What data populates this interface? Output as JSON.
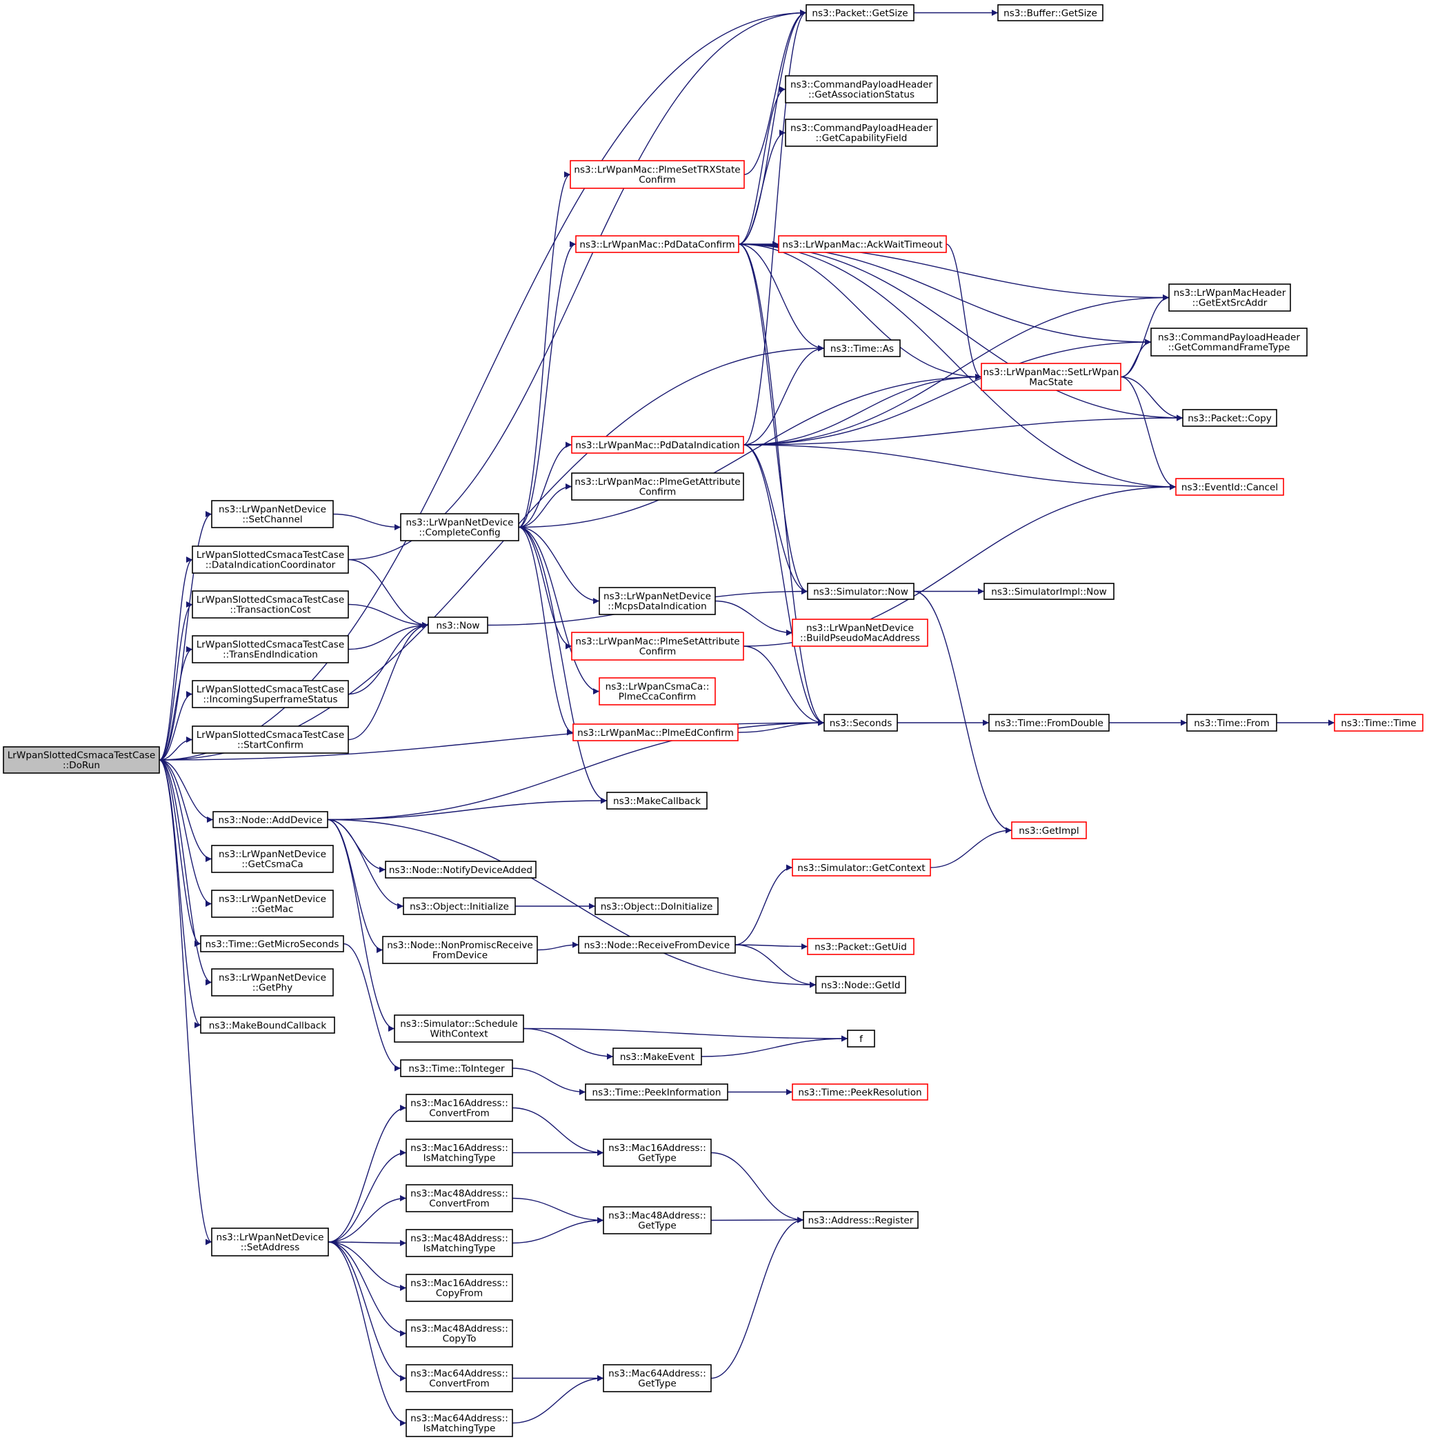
{
  "colors": {
    "edge": "#191970",
    "node_border": "#000000",
    "truncated_node_border": "#ff0000",
    "root_fill": "#bfbfbf"
  },
  "nodes": [
    {
      "id": "dorun",
      "lines": [
        "LrWpanSlottedCsmacaTestCase",
        "::DoRun"
      ],
      "style": "root"
    },
    {
      "id": "setchannel",
      "lines": [
        "ns3::LrWpanNetDevice",
        "::SetChannel"
      ],
      "style": "normal"
    },
    {
      "id": "dataind",
      "lines": [
        "LrWpanSlottedCsmacaTestCase",
        "::DataIndicationCoordinator"
      ],
      "style": "normal"
    },
    {
      "id": "transcost",
      "lines": [
        "LrWpanSlottedCsmacaTestCase",
        "::TransactionCost"
      ],
      "style": "normal"
    },
    {
      "id": "transend",
      "lines": [
        "LrWpanSlottedCsmacaTestCase",
        "::TransEndIndication"
      ],
      "style": "normal"
    },
    {
      "id": "incsf",
      "lines": [
        "LrWpanSlottedCsmacaTestCase",
        "::IncomingSuperframeStatus"
      ],
      "style": "normal"
    },
    {
      "id": "startconf",
      "lines": [
        "LrWpanSlottedCsmacaTestCase",
        "::StartConfirm"
      ],
      "style": "normal"
    },
    {
      "id": "adddevice",
      "lines": [
        "ns3::Node::AddDevice"
      ],
      "style": "normal"
    },
    {
      "id": "getcsmaca",
      "lines": [
        "ns3::LrWpanNetDevice",
        "::GetCsmaCa"
      ],
      "style": "normal"
    },
    {
      "id": "getmac",
      "lines": [
        "ns3::LrWpanNetDevice",
        "::GetMac"
      ],
      "style": "normal"
    },
    {
      "id": "getmicro",
      "lines": [
        "ns3::Time::GetMicroSeconds"
      ],
      "style": "normal"
    },
    {
      "id": "getphy",
      "lines": [
        "ns3::LrWpanNetDevice",
        "::GetPhy"
      ],
      "style": "normal"
    },
    {
      "id": "mkboundcb",
      "lines": [
        "ns3::MakeBoundCallback"
      ],
      "style": "normal"
    },
    {
      "id": "setaddress",
      "lines": [
        "ns3::LrWpanNetDevice",
        "::SetAddress"
      ],
      "style": "normal"
    },
    {
      "id": "completeconfig",
      "lines": [
        "ns3::LrWpanNetDevice",
        "::CompleteConfig"
      ],
      "style": "normal"
    },
    {
      "id": "now",
      "lines": [
        "ns3::Now"
      ],
      "style": "normal"
    },
    {
      "id": "plmesettrx",
      "lines": [
        "ns3::LrWpanMac::PlmeSetTRXState",
        "Confirm"
      ],
      "style": "red"
    },
    {
      "id": "pddataconf",
      "lines": [
        "ns3::LrWpanMac::PdDataConfirm"
      ],
      "style": "red"
    },
    {
      "id": "pddataind",
      "lines": [
        "ns3::LrWpanMac::PdDataIndication"
      ],
      "style": "red"
    },
    {
      "id": "plmegetattr",
      "lines": [
        "ns3::LrWpanMac::PlmeGetAttribute",
        "Confirm"
      ],
      "style": "normal"
    },
    {
      "id": "mcpsdataind",
      "lines": [
        "ns3::LrWpanNetDevice",
        "::McpsDataIndication"
      ],
      "style": "normal"
    },
    {
      "id": "plmesetattr",
      "lines": [
        "ns3::LrWpanMac::PlmeSetAttribute",
        "Confirm"
      ],
      "style": "red"
    },
    {
      "id": "plmecca",
      "lines": [
        "ns3::LrWpanCsmaCa::",
        "PlmeCcaConfirm"
      ],
      "style": "red"
    },
    {
      "id": "plmeed",
      "lines": [
        "ns3::LrWpanMac::PlmeEdConfirm"
      ],
      "style": "red"
    },
    {
      "id": "makecallback",
      "lines": [
        "ns3::MakeCallback"
      ],
      "style": "normal"
    },
    {
      "id": "notifydev",
      "lines": [
        "ns3::Node::NotifyDeviceAdded"
      ],
      "style": "normal"
    },
    {
      "id": "objinit",
      "lines": [
        "ns3::Object::Initialize"
      ],
      "style": "normal"
    },
    {
      "id": "nonpromisc",
      "lines": [
        "ns3::Node::NonPromiscReceive",
        "FromDevice"
      ],
      "style": "normal"
    },
    {
      "id": "schedctx",
      "lines": [
        "ns3::Simulator::Schedule",
        "WithContext"
      ],
      "style": "normal"
    },
    {
      "id": "tointeger",
      "lines": [
        "ns3::Time::ToInteger"
      ],
      "style": "normal"
    },
    {
      "id": "m16conv",
      "lines": [
        "ns3::Mac16Address::",
        "ConvertFrom"
      ],
      "style": "normal"
    },
    {
      "id": "m16match",
      "lines": [
        "ns3::Mac16Address::",
        "IsMatchingType"
      ],
      "style": "normal"
    },
    {
      "id": "m48conv",
      "lines": [
        "ns3::Mac48Address::",
        "ConvertFrom"
      ],
      "style": "normal"
    },
    {
      "id": "m48match",
      "lines": [
        "ns3::Mac48Address::",
        "IsMatchingType"
      ],
      "style": "normal"
    },
    {
      "id": "m16copy",
      "lines": [
        "ns3::Mac16Address::",
        "CopyFrom"
      ],
      "style": "normal"
    },
    {
      "id": "m48copy",
      "lines": [
        "ns3::Mac48Address::",
        "CopyTo"
      ],
      "style": "normal"
    },
    {
      "id": "m64conv",
      "lines": [
        "ns3::Mac64Address::",
        "ConvertFrom"
      ],
      "style": "normal"
    },
    {
      "id": "m64match",
      "lines": [
        "ns3::Mac64Address::",
        "IsMatchingType"
      ],
      "style": "normal"
    },
    {
      "id": "getsize",
      "lines": [
        "ns3::Packet::GetSize"
      ],
      "style": "normal"
    },
    {
      "id": "getassoc",
      "lines": [
        "ns3::CommandPayloadHeader",
        "::GetAssociationStatus"
      ],
      "style": "normal"
    },
    {
      "id": "getcap",
      "lines": [
        "ns3::CommandPayloadHeader",
        "::GetCapabilityField"
      ],
      "style": "normal"
    },
    {
      "id": "ackwait",
      "lines": [
        "ns3::LrWpanMac::AckWaitTimeout"
      ],
      "style": "red"
    },
    {
      "id": "timeas",
      "lines": [
        "ns3::Time::As"
      ],
      "style": "normal"
    },
    {
      "id": "setstate",
      "lines": [
        "ns3::LrWpanMac::SetLrWpan",
        "MacState"
      ],
      "style": "red"
    },
    {
      "id": "simnow",
      "lines": [
        "ns3::Simulator::Now"
      ],
      "style": "normal"
    },
    {
      "id": "buildpseudo",
      "lines": [
        "ns3::LrWpanNetDevice",
        "::BuildPseudoMacAddress"
      ],
      "style": "red"
    },
    {
      "id": "seconds",
      "lines": [
        "ns3::Seconds"
      ],
      "style": "normal"
    },
    {
      "id": "objdoinit",
      "lines": [
        "ns3::Object::DoInitialize"
      ],
      "style": "normal"
    },
    {
      "id": "recvfromdev",
      "lines": [
        "ns3::Node::ReceiveFromDevice"
      ],
      "style": "normal"
    },
    {
      "id": "makeevent",
      "lines": [
        "ns3::MakeEvent"
      ],
      "style": "normal"
    },
    {
      "id": "peekinfo",
      "lines": [
        "ns3::Time::PeekInformation"
      ],
      "style": "normal"
    },
    {
      "id": "m16type",
      "lines": [
        "ns3::Mac16Address::",
        "GetType"
      ],
      "style": "normal"
    },
    {
      "id": "m48type",
      "lines": [
        "ns3::Mac48Address::",
        "GetType"
      ],
      "style": "normal"
    },
    {
      "id": "m64type",
      "lines": [
        "ns3::Mac64Address::",
        "GetType"
      ],
      "style": "normal"
    },
    {
      "id": "getcontext",
      "lines": [
        "ns3::Simulator::GetContext"
      ],
      "style": "red"
    },
    {
      "id": "getuid",
      "lines": [
        "ns3::Packet::GetUid"
      ],
      "style": "red"
    },
    {
      "id": "getid",
      "lines": [
        "ns3::Node::GetId"
      ],
      "style": "normal"
    },
    {
      "id": "f",
      "lines": [
        "f"
      ],
      "style": "normal"
    },
    {
      "id": "peekres",
      "lines": [
        "ns3::Time::PeekResolution"
      ],
      "style": "red"
    },
    {
      "id": "addrreg",
      "lines": [
        "ns3::Address::Register"
      ],
      "style": "normal"
    },
    {
      "id": "simimplnow",
      "lines": [
        "ns3::SimulatorImpl::Now"
      ],
      "style": "normal"
    },
    {
      "id": "fromdouble",
      "lines": [
        "ns3::Time::FromDouble"
      ],
      "style": "normal"
    },
    {
      "id": "getimpl",
      "lines": [
        "ns3::GetImpl"
      ],
      "style": "red"
    },
    {
      "id": "buffersize",
      "lines": [
        "ns3::Buffer::GetSize"
      ],
      "style": "normal"
    },
    {
      "id": "extsrc",
      "lines": [
        "ns3::LrWpanMacHeader",
        "::GetExtSrcAddr"
      ],
      "style": "normal"
    },
    {
      "id": "cmdframe",
      "lines": [
        "ns3::CommandPayloadHeader",
        "::GetCommandFrameType"
      ],
      "style": "normal"
    },
    {
      "id": "pktcopy",
      "lines": [
        "ns3::Packet::Copy"
      ],
      "style": "normal"
    },
    {
      "id": "evcancel",
      "lines": [
        "ns3::EventId::Cancel"
      ],
      "style": "red"
    },
    {
      "id": "timefrom",
      "lines": [
        "ns3::Time::From"
      ],
      "style": "normal"
    },
    {
      "id": "timetime",
      "lines": [
        "ns3::Time::Time"
      ],
      "style": "red"
    }
  ],
  "edges": [
    [
      "dorun",
      "getsize"
    ],
    [
      "dorun",
      "timeas"
    ],
    [
      "dorun",
      "setchannel"
    ],
    [
      "dorun",
      "dataind"
    ],
    [
      "dorun",
      "transcost"
    ],
    [
      "dorun",
      "transend"
    ],
    [
      "dorun",
      "incsf"
    ],
    [
      "dorun",
      "startconf"
    ],
    [
      "dorun",
      "seconds"
    ],
    [
      "dorun",
      "adddevice"
    ],
    [
      "dorun",
      "getcsmaca"
    ],
    [
      "dorun",
      "getmac"
    ],
    [
      "dorun",
      "getmicro"
    ],
    [
      "dorun",
      "getphy"
    ],
    [
      "dorun",
      "mkboundcb"
    ],
    [
      "dorun",
      "setaddress"
    ],
    [
      "setchannel",
      "completeconfig"
    ],
    [
      "dataind",
      "getsize"
    ],
    [
      "dataind",
      "now"
    ],
    [
      "transcost",
      "now"
    ],
    [
      "transend",
      "now"
    ],
    [
      "incsf",
      "now"
    ],
    [
      "startconf",
      "now"
    ],
    [
      "now",
      "simnow"
    ],
    [
      "completeconfig",
      "plmesettrx"
    ],
    [
      "completeconfig",
      "pddataconf"
    ],
    [
      "completeconfig",
      "pddataind"
    ],
    [
      "completeconfig",
      "plmegetattr"
    ],
    [
      "completeconfig",
      "setstate"
    ],
    [
      "completeconfig",
      "mcpsdataind"
    ],
    [
      "completeconfig",
      "plmesetattr"
    ],
    [
      "completeconfig",
      "plmecca"
    ],
    [
      "completeconfig",
      "plmeed"
    ],
    [
      "completeconfig",
      "makecallback"
    ],
    [
      "plmesettrx",
      "getsize"
    ],
    [
      "pddataconf",
      "getsize"
    ],
    [
      "pddataconf",
      "getassoc"
    ],
    [
      "pddataconf",
      "getcap"
    ],
    [
      "pddataconf",
      "extsrc"
    ],
    [
      "pddataconf",
      "cmdframe"
    ],
    [
      "pddataconf",
      "ackwait"
    ],
    [
      "pddataconf",
      "setstate"
    ],
    [
      "pddataconf",
      "timeas"
    ],
    [
      "pddataconf",
      "pktcopy"
    ],
    [
      "pddataconf",
      "evcancel"
    ],
    [
      "pddataconf",
      "simnow"
    ],
    [
      "pddataconf",
      "seconds"
    ],
    [
      "ackwait",
      "setstate"
    ],
    [
      "pddataind",
      "getsize"
    ],
    [
      "pddataind",
      "timeas"
    ],
    [
      "pddataind",
      "extsrc"
    ],
    [
      "pddataind",
      "cmdframe"
    ],
    [
      "pddataind",
      "setstate"
    ],
    [
      "pddataind",
      "pktcopy"
    ],
    [
      "pddataind",
      "evcancel"
    ],
    [
      "pddataind",
      "simnow"
    ],
    [
      "pddataind",
      "seconds"
    ],
    [
      "setstate",
      "extsrc"
    ],
    [
      "setstate",
      "cmdframe"
    ],
    [
      "setstate",
      "pktcopy"
    ],
    [
      "setstate",
      "evcancel"
    ],
    [
      "getsize",
      "buffersize"
    ],
    [
      "simnow",
      "simimplnow"
    ],
    [
      "simnow",
      "getimpl"
    ],
    [
      "mcpsdataind",
      "buildpseudo"
    ],
    [
      "plmesetattr",
      "evcancel"
    ],
    [
      "plmesetattr",
      "seconds"
    ],
    [
      "plmeed",
      "seconds"
    ],
    [
      "seconds",
      "fromdouble"
    ],
    [
      "fromdouble",
      "timefrom"
    ],
    [
      "timefrom",
      "timetime"
    ],
    [
      "adddevice",
      "makecallback"
    ],
    [
      "adddevice",
      "seconds"
    ],
    [
      "adddevice",
      "notifydev"
    ],
    [
      "adddevice",
      "objinit"
    ],
    [
      "adddevice",
      "nonpromisc"
    ],
    [
      "adddevice",
      "getid"
    ],
    [
      "adddevice",
      "schedctx"
    ],
    [
      "objinit",
      "objdoinit"
    ],
    [
      "nonpromisc",
      "recvfromdev"
    ],
    [
      "recvfromdev",
      "getcontext"
    ],
    [
      "recvfromdev",
      "getuid"
    ],
    [
      "recvfromdev",
      "getid"
    ],
    [
      "getcontext",
      "getimpl"
    ],
    [
      "schedctx",
      "f"
    ],
    [
      "schedctx",
      "makeevent"
    ],
    [
      "makeevent",
      "f"
    ],
    [
      "getmicro",
      "tointeger"
    ],
    [
      "tointeger",
      "peekinfo"
    ],
    [
      "peekinfo",
      "peekres"
    ],
    [
      "setaddress",
      "m16conv"
    ],
    [
      "setaddress",
      "m16match"
    ],
    [
      "setaddress",
      "m48conv"
    ],
    [
      "setaddress",
      "m48match"
    ],
    [
      "setaddress",
      "m16copy"
    ],
    [
      "setaddress",
      "m48copy"
    ],
    [
      "setaddress",
      "m64conv"
    ],
    [
      "setaddress",
      "m64match"
    ],
    [
      "m16conv",
      "m16type"
    ],
    [
      "m16match",
      "m16type"
    ],
    [
      "m48conv",
      "m48type"
    ],
    [
      "m48match",
      "m48type"
    ],
    [
      "m64conv",
      "m64type"
    ],
    [
      "m64match",
      "m64type"
    ],
    [
      "m16type",
      "addrreg"
    ],
    [
      "m48type",
      "addrreg"
    ],
    [
      "m64type",
      "addrreg"
    ]
  ]
}
